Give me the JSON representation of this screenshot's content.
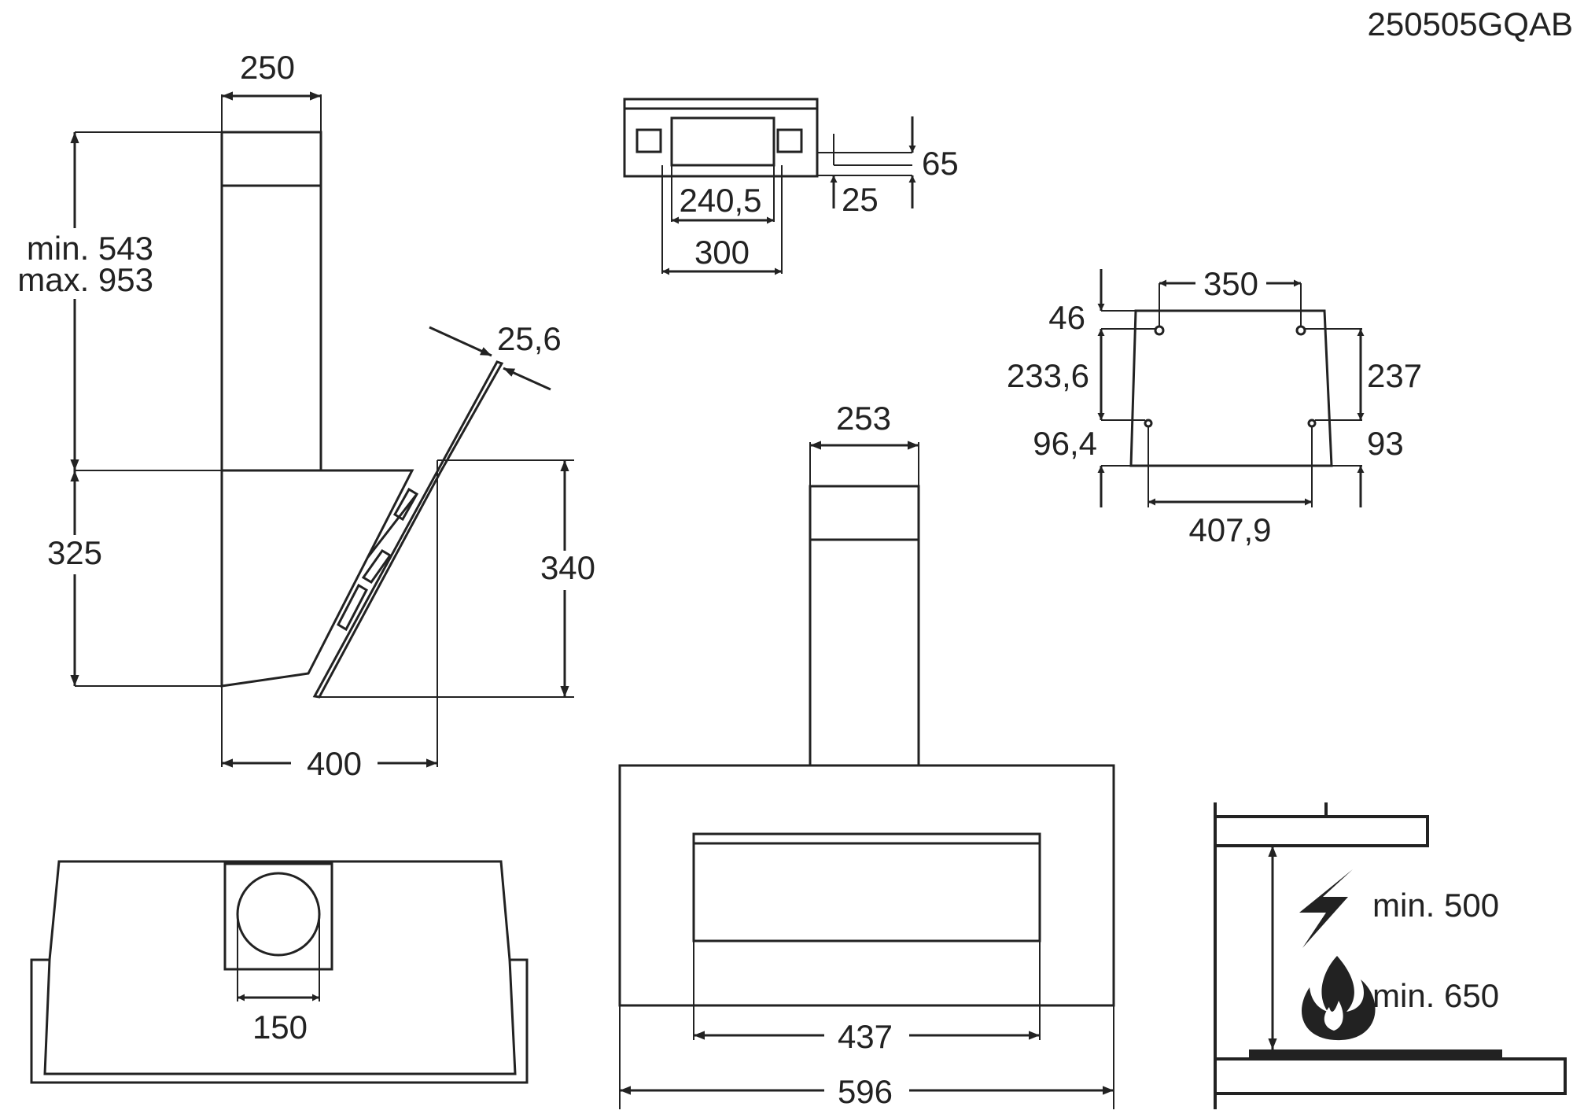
{
  "model_code": "250505GQAB",
  "side_view": {
    "chimney_width": "250",
    "chimney_height_min": "min. 543",
    "chimney_height_max": "max. 953",
    "hood_height": "325",
    "glass_thickness": "25,6",
    "glass_height": "340",
    "depth": "400"
  },
  "top_view": {
    "bracket_height": "65",
    "bracket_offset": "25",
    "bracket_inner_width": "240,5",
    "bracket_outer_width": "300"
  },
  "mounting_holes": {
    "top_spacing": "350",
    "top_offset": "46",
    "left_vertical": "233,6",
    "right_vertical": "237",
    "left_bottom_offset": "96,4",
    "right_bottom_offset": "93",
    "bottom_spacing": "407,9"
  },
  "outlet_view": {
    "outlet_diameter": "150"
  },
  "front_view": {
    "chimney_width": "253",
    "panel_width": "437",
    "total_width": "596"
  },
  "clearance": {
    "electric_label": "min. 500",
    "gas_label": "min. 650",
    "electric_icon": "lightning-icon",
    "gas_icon": "flame-icon"
  }
}
